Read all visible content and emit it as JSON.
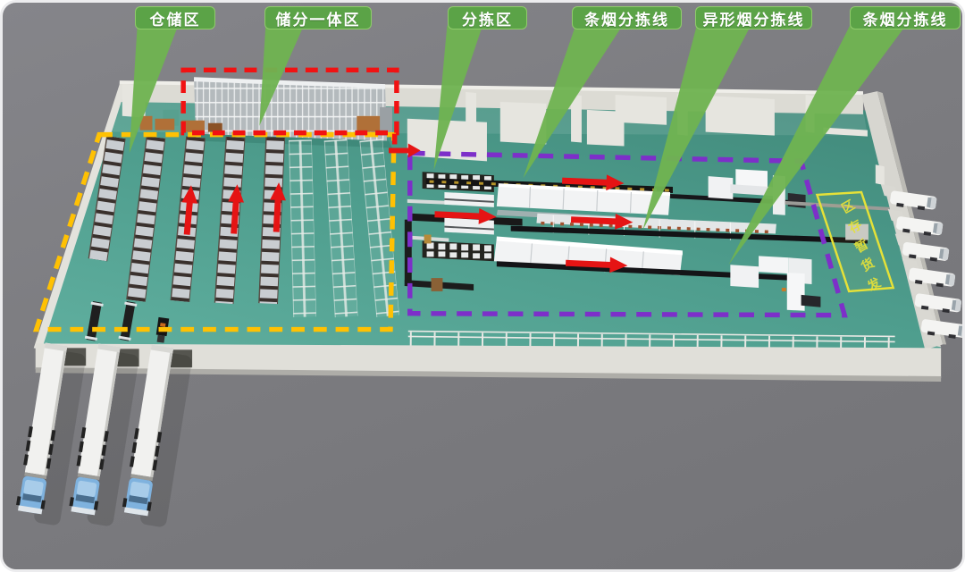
{
  "callout_labels": [
    {
      "id": "storage-zone",
      "text": "仓储区"
    },
    {
      "id": "integrated-storage-sorting-zone",
      "text": "储分一体区"
    },
    {
      "id": "sorting-zone",
      "text": "分拣区"
    },
    {
      "id": "carton-cigarette-sorting-line-1",
      "text": "条烟分拣线"
    },
    {
      "id": "irregular-cigarette-sorting-line",
      "text": "异形烟分拣线"
    },
    {
      "id": "carton-cigarette-sorting-line-2",
      "text": "条烟分拣线"
    }
  ],
  "floor_sign": {
    "text": "发货暂存区"
  },
  "colors": {
    "label-green": "#5ba347",
    "label-green-border": "#8fcb6b",
    "tail-green": "#6fb351",
    "zone-yellow": "#ffc103",
    "zone-red": "#f11212",
    "zone-purple": "#7d2fc9",
    "arrow-red": "#e51414",
    "sign-yellow": "#e5e138",
    "floor-teal": "#4f9e8e",
    "floor-teal-light": "#63b2a2",
    "floor-teal-dark": "#428b7c",
    "wall-white": "#dfded8",
    "ground-gray": "#7b7b7f",
    "truck-cab-blue": "#7fb2de"
  }
}
